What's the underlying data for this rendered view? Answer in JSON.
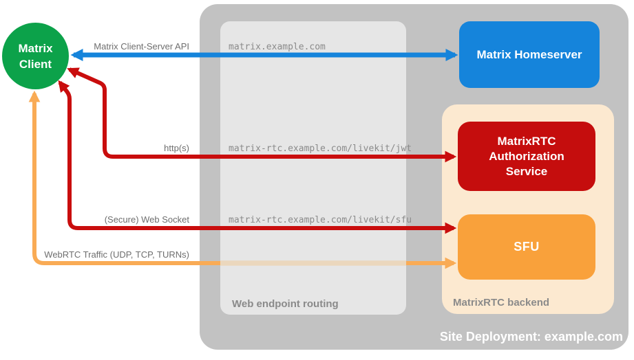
{
  "diagram": {
    "site": {
      "title": "Site Deployment: example.com"
    },
    "containers": {
      "web_endpoint_routing": {
        "label": "Web endpoint routing",
        "bg": "#E6E6E6"
      },
      "matrixrtc_backend": {
        "label": "MatrixRTC backend",
        "bg": "#FCE9D0"
      }
    },
    "nodes": {
      "matrix_client": {
        "label": "Matrix Client",
        "color": "#0CA24A"
      },
      "matrix_homeserver": {
        "label": "Matrix Homeserver",
        "color": "#1584DB"
      },
      "auth_service": {
        "label": "MatrixRTC Authorization Service",
        "color": "#C50D0D"
      },
      "sfu": {
        "label": "SFU",
        "color": "#F9A13B"
      }
    },
    "endpoints": {
      "homeserver": "matrix.example.com",
      "livekit_jwt": "matrix-rtc.example.com/livekit/jwt",
      "livekit_sfu": "matrix-rtc.example.com/livekit/sfu"
    },
    "connections": {
      "client_server_api": {
        "label": "Matrix Client-Server API",
        "color": "#1584DB",
        "from": "Matrix Client",
        "to": "Matrix Homeserver",
        "bidirectional": true
      },
      "https": {
        "label": "http(s)",
        "color": "#C90D0D",
        "from": "Matrix Client",
        "to": "MatrixRTC Authorization Service",
        "bidirectional": true
      },
      "websocket": {
        "label": "(Secure) Web Socket",
        "color": "#C90D0D",
        "from": "Matrix Client",
        "to": "SFU",
        "bidirectional": true
      },
      "webrtc": {
        "label": "WebRTC Traffic (UDP, TCP, TURNs)",
        "color": "#F9AB55",
        "from": "Matrix Client",
        "to": "SFU",
        "bidirectional": true
      }
    }
  }
}
